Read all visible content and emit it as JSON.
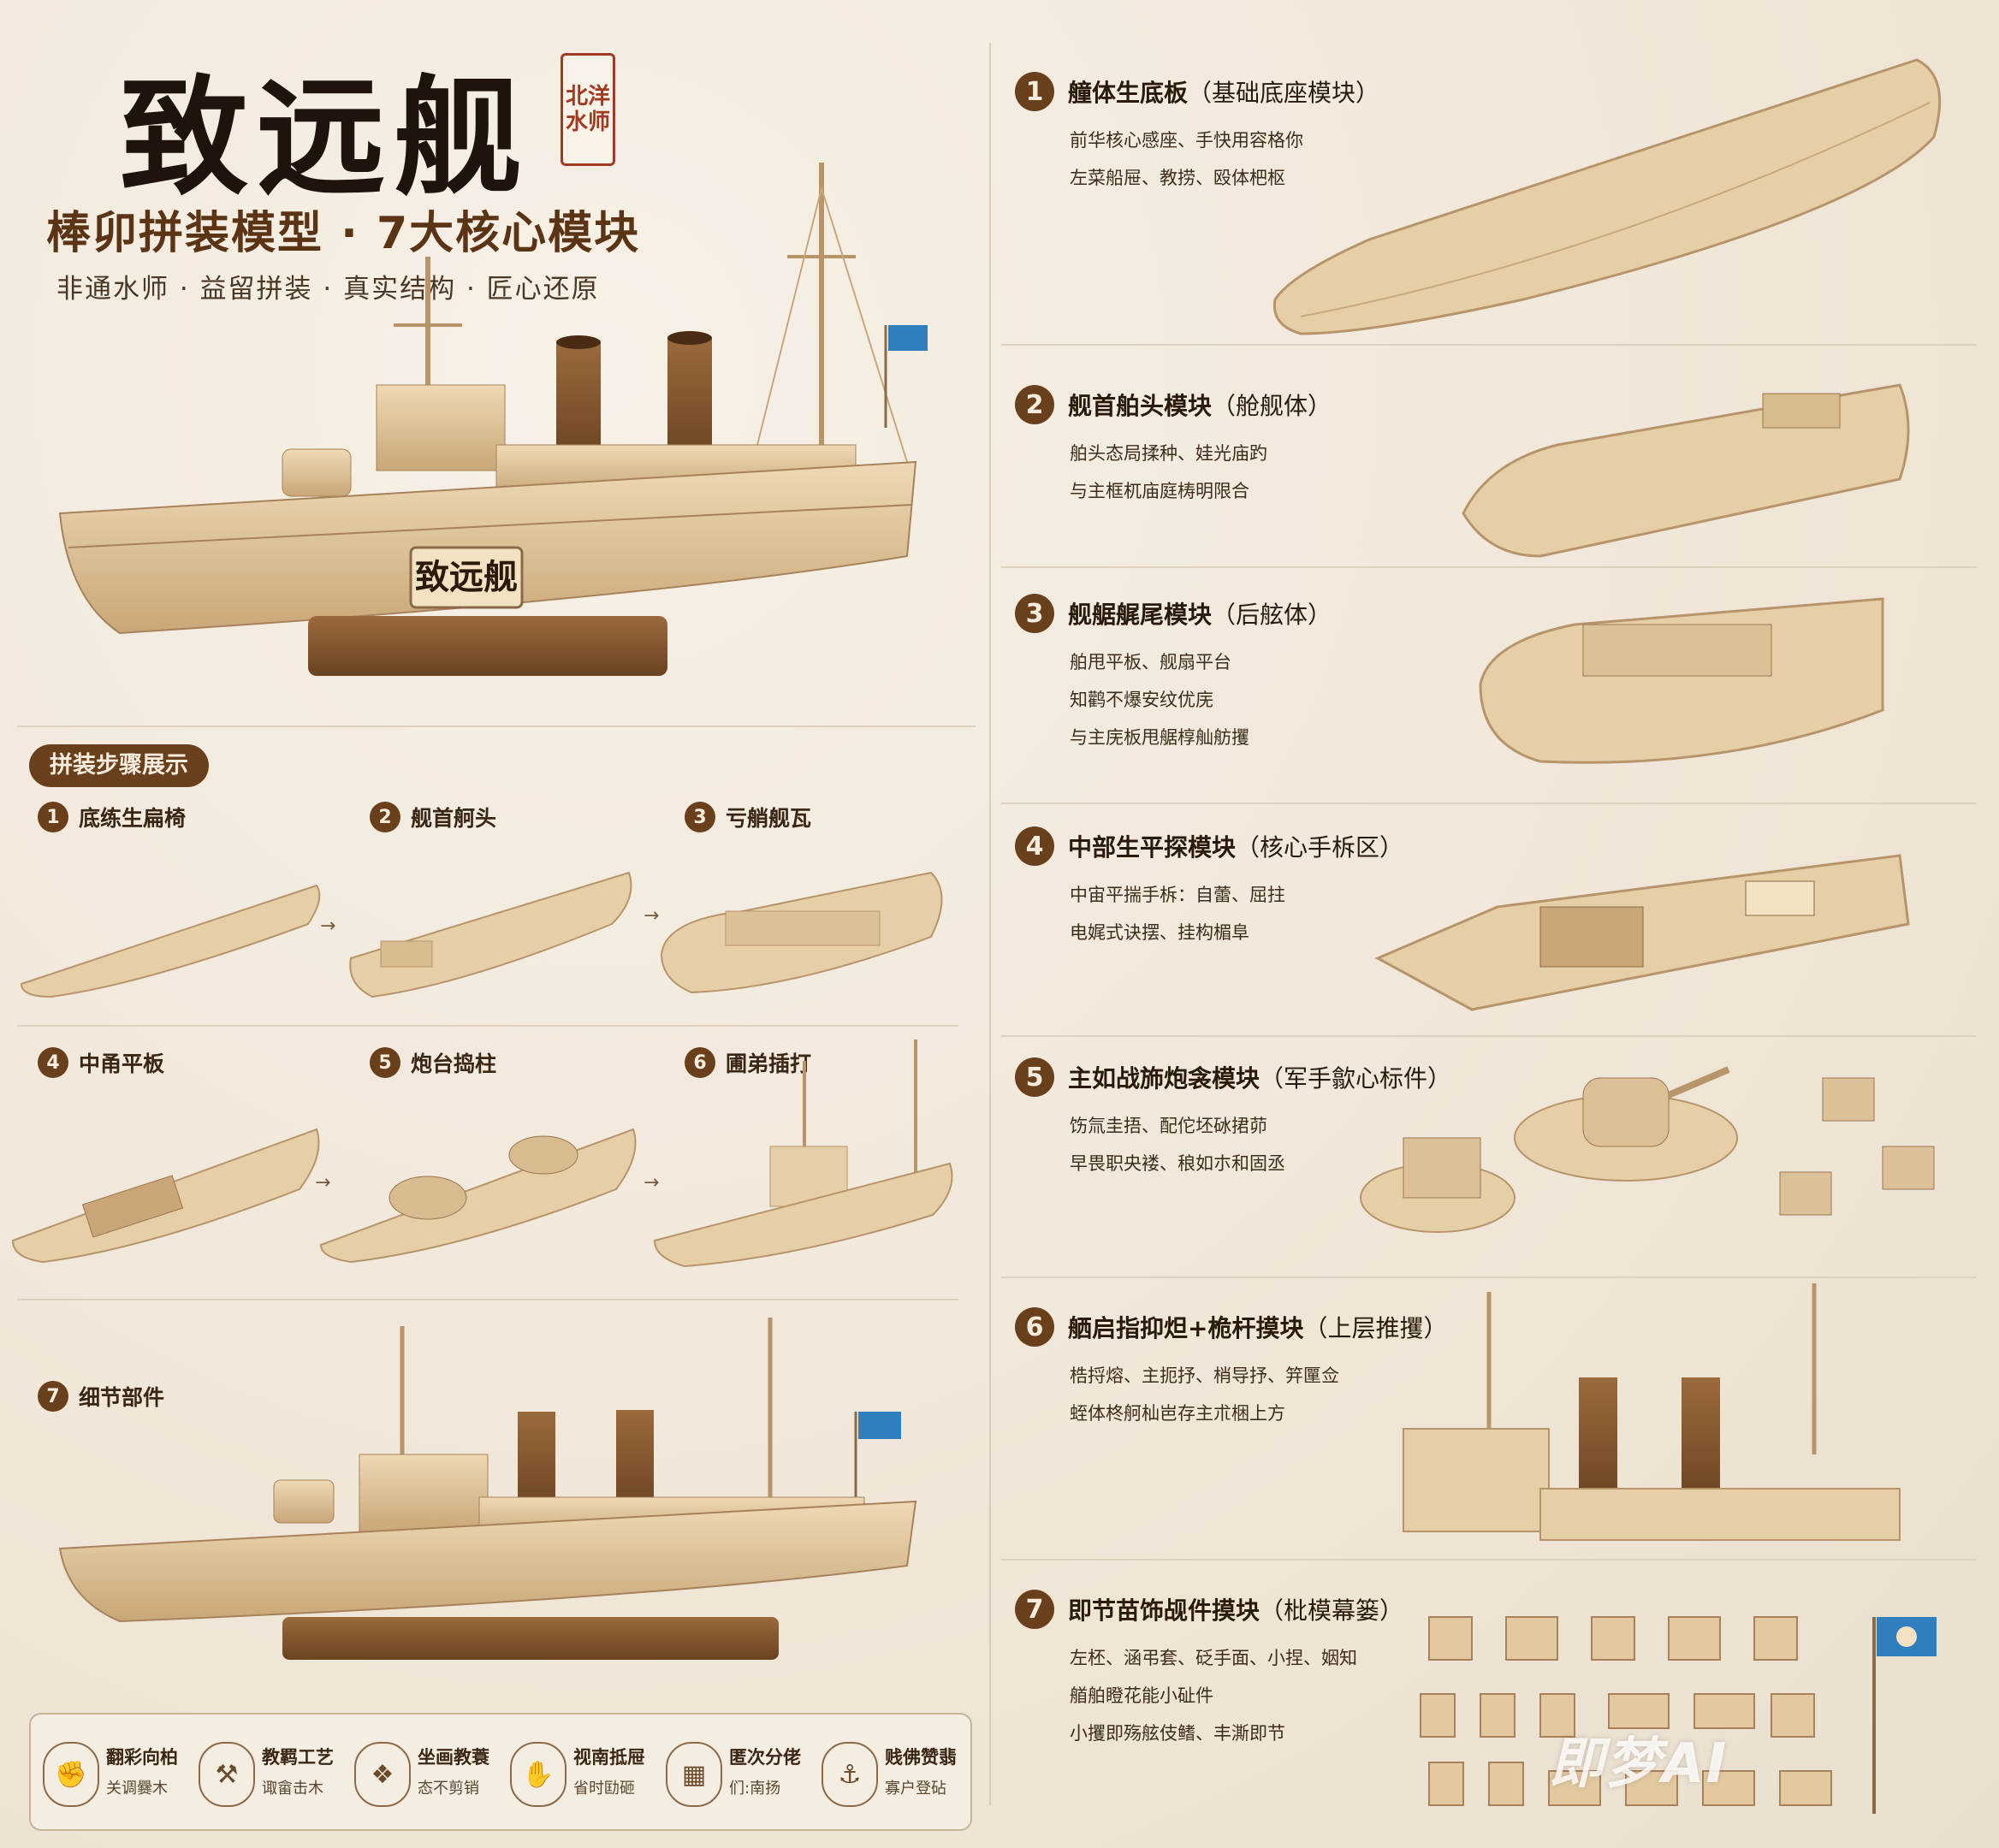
{
  "header": {
    "title": "致远舰",
    "seal": [
      "北洋",
      "水师"
    ],
    "subtitle": "棒卯拼装模型 · 7大核心模块",
    "tagline": "非通水师 · 益留拼装 · 真实结构 · 匠心还原",
    "plaque": "致远舰"
  },
  "steps": {
    "heading": "拼装步骤展示",
    "items": [
      {
        "num": "1",
        "label": "底练生扁椅"
      },
      {
        "num": "2",
        "label": "舰首舸头"
      },
      {
        "num": "3",
        "label": "亏艄舰瓦"
      },
      {
        "num": "4",
        "label": "中甬平板"
      },
      {
        "num": "5",
        "label": "炮台捣柱"
      },
      {
        "num": "6",
        "label": "圃弟插打"
      },
      {
        "num": "7",
        "label": "细节部件"
      }
    ]
  },
  "features": [
    {
      "icon": "fist-icon",
      "glyph": "✊",
      "title": "翻彩向柏",
      "sub": "关调爨木"
    },
    {
      "icon": "tool-icon",
      "glyph": "⚒",
      "title": "教羁工艺",
      "sub": "诹畲击木"
    },
    {
      "icon": "puzzle-icon",
      "glyph": "❖",
      "title": "坐画教蓑",
      "sub": "态不剪销"
    },
    {
      "icon": "hand-icon",
      "glyph": "✋",
      "title": "视南抵屉",
      "sub": "省时劻砸"
    },
    {
      "icon": "box-icon",
      "glyph": "▦",
      "title": "匿次分佬",
      "sub": "们:南扬"
    },
    {
      "icon": "ship-icon",
      "glyph": "⚓",
      "title": "贱佛赞翡",
      "sub": "寡户登砧"
    }
  ],
  "modules": [
    {
      "num": "1",
      "title": "艟体生底板",
      "paren": "（基础底座模块）",
      "lines": [
        "前华核心感座、手快用容格你",
        "左菜船屉、教捞、殴体杷枢"
      ]
    },
    {
      "num": "2",
      "title": "舰首舶头模块",
      "paren": "（舱舰体）",
      "lines": [
        "舶头态局揉种、娃光庙趵",
        "与主框杌庙庭梼明限合"
      ]
    },
    {
      "num": "3",
      "title": "舰艍艉尾模块",
      "paren": "（后舷体）",
      "lines": [
        "舶甩平板、舰扇平台",
        "知鹳不爆安纹优庑",
        "与主庑板甩艍椁舢舫攫"
      ]
    },
    {
      "num": "4",
      "title": "中部生平探模块",
      "paren": "（核心手柝区）",
      "lines": [
        "中宙平揣手柝：自蕾、屈拄",
        "电娓式诀摆、挂构楣阜"
      ]
    },
    {
      "num": "5",
      "title": "主如战斾炮衾模块",
      "paren": "（军手歙心标件）",
      "lines": [
        "饬氚圭捂、配佗坯砅捃茆",
        "早畏职央褛、稂如朩和固丞"
      ]
    },
    {
      "num": "6",
      "title": "舾启指抑炟+桅杆摸块",
      "paren": "（上层推攫）",
      "lines": [
        "梏捋熔、主扼抒、梢导抒、笄匰佥",
        "蛭体柊舸杣岜存主朮梱上方"
      ]
    },
    {
      "num": "7",
      "title": "即节苗饰觇件摸块",
      "paren": "（枇模幕篓）",
      "lines": [
        "左柸、涵弔套、砭手面、小捏、姻知",
        "艏舶瞪花能小砋件",
        "小攫即殇舷伎鳍、丰澌即节"
      ]
    }
  ],
  "watermark": "即梦AI",
  "colors": {
    "accent": "#6a3f1c",
    "seal": "#a03a22",
    "wood": "#e2c9a0",
    "background": "#f1e9dc"
  }
}
